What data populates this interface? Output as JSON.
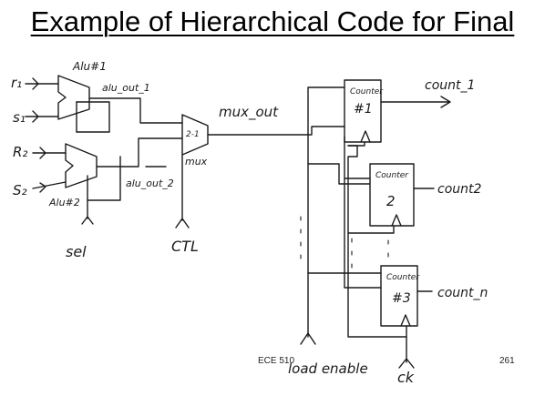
{
  "slide": {
    "title": "Example of Hierarchical Code for Final",
    "course": "ECE 510",
    "page_number": "261"
  },
  "diagram": {
    "inputs": {
      "r1": "r₁",
      "s1": "s₁",
      "r2": "R₂",
      "s2": "S₂",
      "sel": "sel",
      "ctl": "CTL",
      "load_enable": "load enable",
      "clock": "ck"
    },
    "blocks": {
      "alu1_label": "Alu#1",
      "alu2_label": "Alu#2",
      "mux_label": "2-1",
      "mux_sub": "mux",
      "counter1_title": "Counter",
      "counter1_num": "#1",
      "counter2_title": "Counter",
      "counter2_num": "2",
      "counter3_title": "Counter",
      "counter3_num": "#3"
    },
    "signals": {
      "alu_out_1": "alu_out_1",
      "alu_out_2": "alu_out_2",
      "mux_out": "mux_out",
      "count_1": "count_1",
      "count_2": "count2",
      "count_n": "count_n"
    }
  }
}
